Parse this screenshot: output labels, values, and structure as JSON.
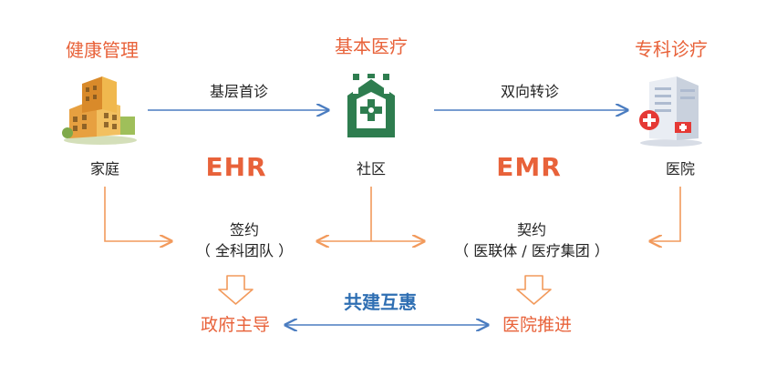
{
  "titles": {
    "health_management": "健康管理",
    "basic_medical": "基本医疗",
    "specialist": "专科诊疗"
  },
  "nodes": {
    "home": "家庭",
    "community": "社区",
    "hospital": "医院"
  },
  "edges": {
    "grassroots_first_visit": "基层首诊",
    "two_way_referral": "双向转诊"
  },
  "records": {
    "ehr": "EHR",
    "emr": "EMR"
  },
  "agreements": {
    "sign_title": "签约",
    "sign_detail": "（ 全科团队 ）",
    "contract_title": "契约",
    "contract_detail": "（ 医联体 / 医疗集团 ）"
  },
  "drivers": {
    "government_led": "政府主导",
    "hospital_driven": "医院推进",
    "mutual_benefit": "共建互惠"
  },
  "colors": {
    "accent": "#e8623a",
    "arrow_orange": "#f29a5c",
    "arrow_blue": "#4a7cc0",
    "community_green": "#2e7d4f"
  },
  "icons": {
    "home": "building-icon",
    "community": "community-clinic-icon",
    "hospital": "hospital-icon"
  }
}
